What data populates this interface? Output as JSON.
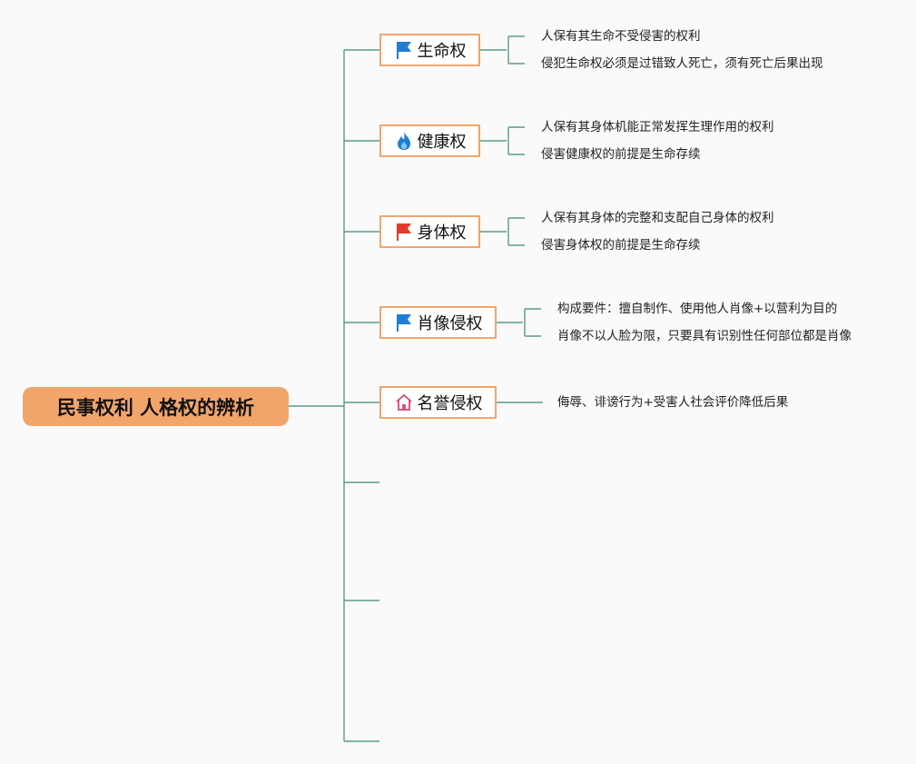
{
  "root": {
    "label": "民事权利 人格权的辨析"
  },
  "topics": [
    {
      "label": "生命权",
      "icon": "blue-flag-icon",
      "details": [
        "人保有其生命不受侵害的权利",
        "侵犯生命权必须是过错致人死亡，须有死亡后果出现"
      ]
    },
    {
      "label": "健康权",
      "icon": "blue-flame-icon",
      "details": [
        "人保有其身体机能正常发挥生理作用的权利",
        "侵害健康权的前提是生命存续"
      ]
    },
    {
      "label": "身体权",
      "icon": "red-flag-icon",
      "details": [
        "人保有其身体的完整和支配自己身体的权利",
        "侵害身体权的前提是生命存续"
      ]
    },
    {
      "label": "肖像侵权",
      "icon": "blue-flag-icon",
      "details": [
        "构成要件：擅自制作、使用他人肖像+以营利为目的",
        "肖像不以人脸为限，只要具有识别性任何部位都是肖像"
      ]
    },
    {
      "label": "名誉侵权",
      "icon": "house-icon",
      "details": [
        "侮辱、诽谤行为+受害人社会评价降低后果"
      ]
    }
  ],
  "colors": {
    "root_fill": "#f2a56b",
    "topic_border": "#f2a56b",
    "connector": "#5b9b86",
    "flag_blue": "#1f7fd6",
    "flag_red": "#e23b2b",
    "flame_blue": "#1f7fd6",
    "house_red": "#d6456b"
  }
}
